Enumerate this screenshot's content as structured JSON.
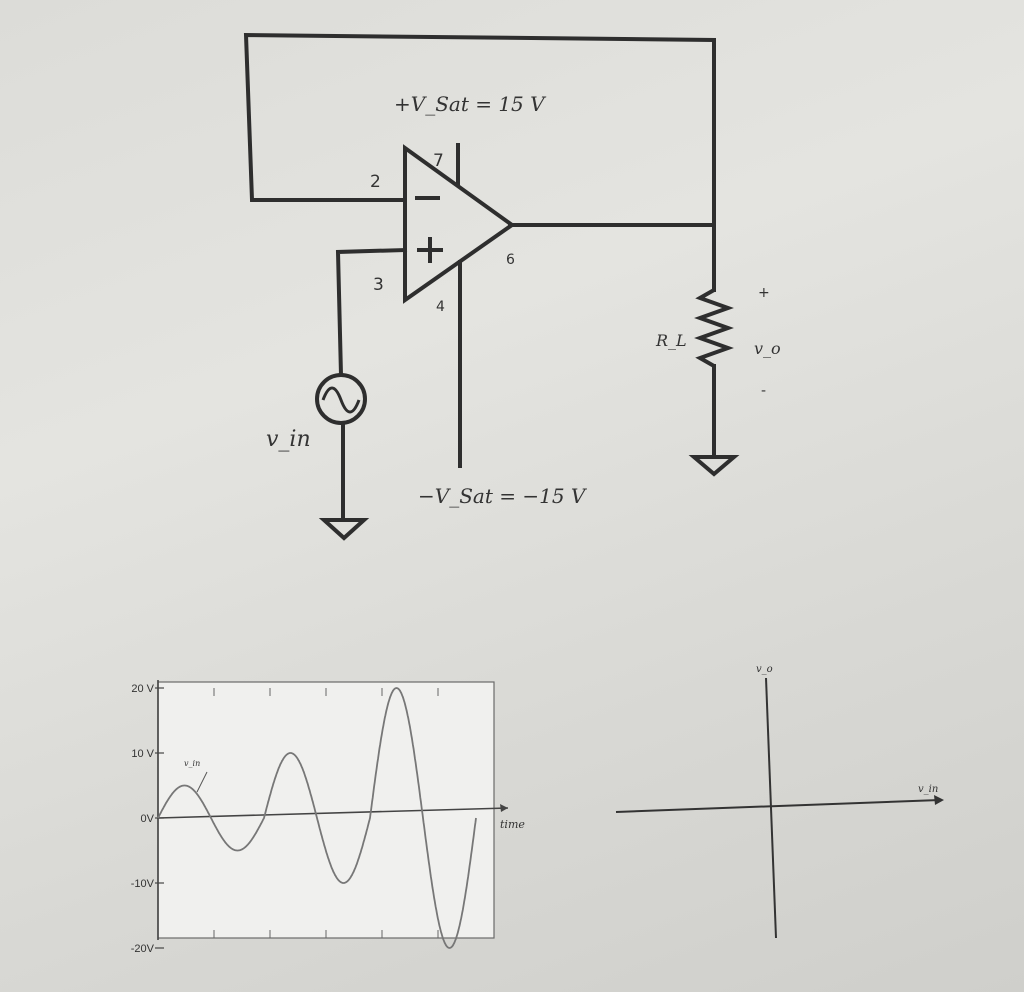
{
  "circuit": {
    "supply_pos": "+V_Sat = 15 V",
    "supply_neg": "−V_Sat = −15 V",
    "pin_inverting": "2",
    "pin_noninverting": "3",
    "pin_vpos": "7",
    "pin_vneg": "4",
    "pin_output": "6",
    "source_label": "v_in",
    "load_label": "R_L",
    "output_label": "v_o",
    "output_plus": "+",
    "output_minus": "-"
  },
  "chart_data": [
    {
      "type": "line",
      "title": "",
      "xlabel": "time",
      "ylabel": "",
      "ylim": [
        -20,
        20
      ],
      "y_ticks": [
        "20 V",
        "10 V",
        "0V",
        "-10V",
        "-20V"
      ],
      "series": [
        {
          "name": "v_in",
          "x": [
            0,
            0.5,
            1,
            1.5,
            2,
            2.5,
            3,
            3.5,
            4,
            4.5,
            5,
            5.5,
            6
          ],
          "values": [
            0,
            5,
            0,
            -5,
            0,
            10,
            0,
            -10,
            0,
            20,
            0,
            -20,
            0
          ]
        }
      ],
      "grid": false,
      "series_label": "v_in"
    },
    {
      "type": "line",
      "title": "",
      "xlabel": "v_in",
      "ylabel": "v_o",
      "series": []
    }
  ]
}
